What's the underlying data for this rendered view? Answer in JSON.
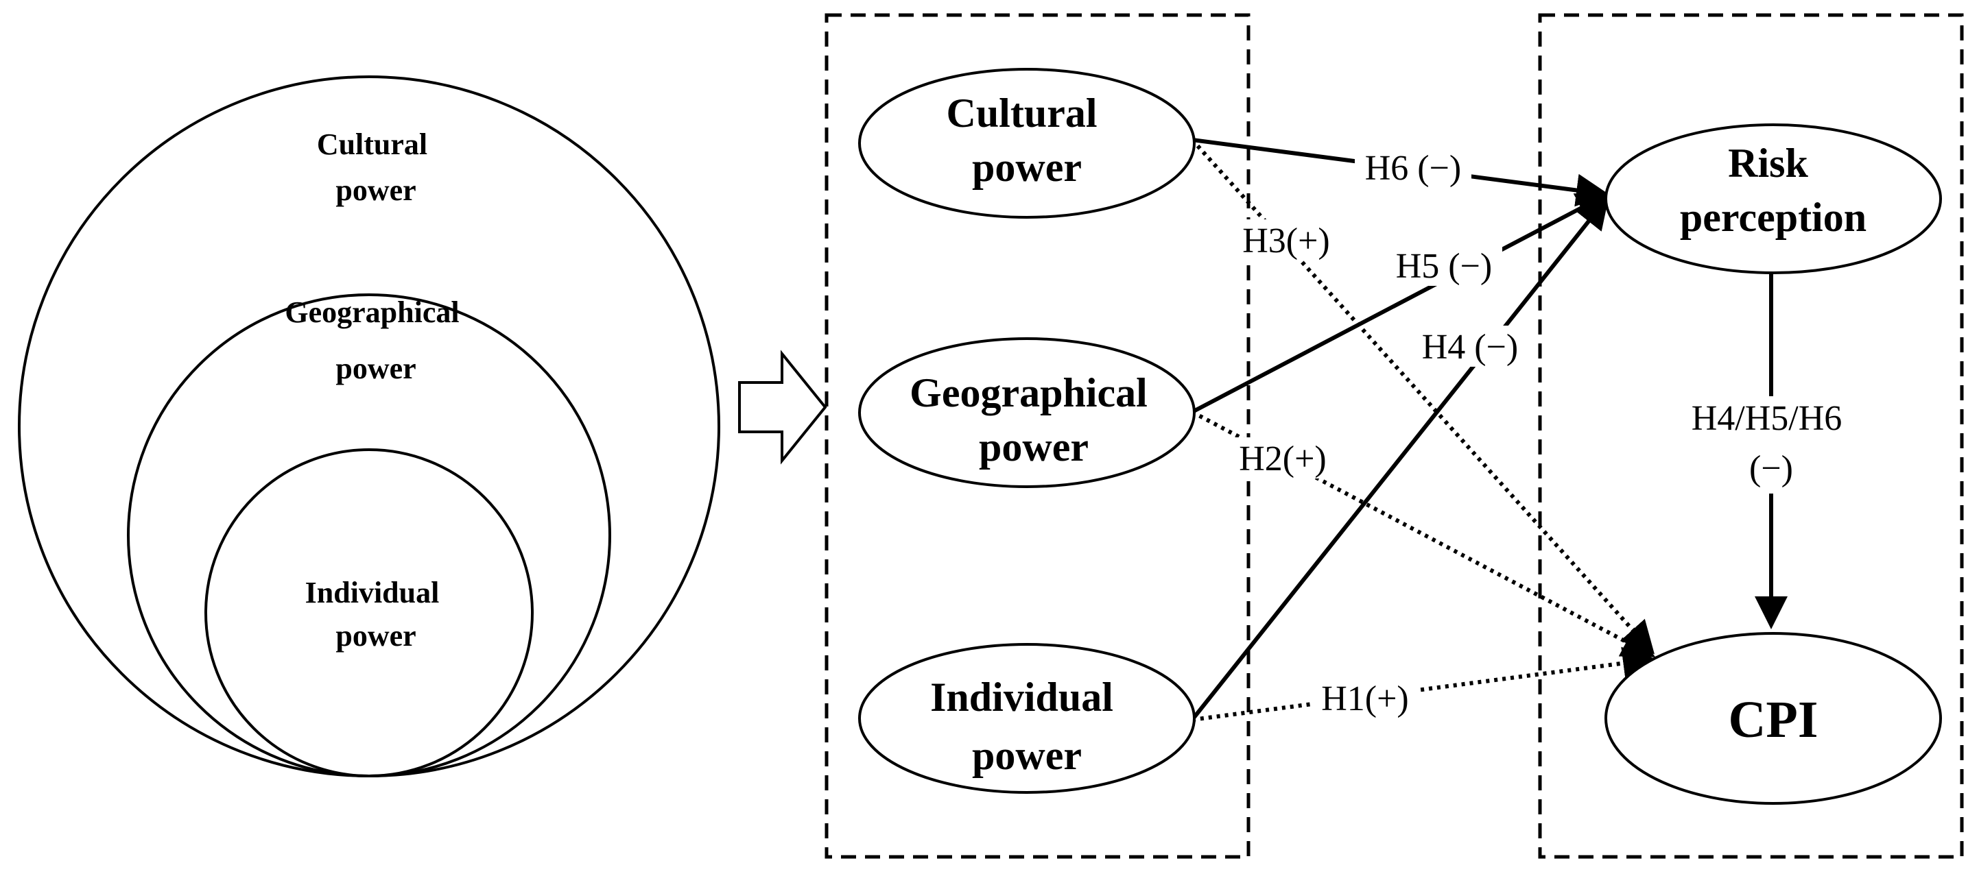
{
  "nested_circles": {
    "outer_label": [
      "Cultural",
      "power"
    ],
    "middle_label": [
      "Geographical",
      "power"
    ],
    "inner_label": [
      "Individual",
      "power"
    ]
  },
  "constructs": {
    "cultural": [
      "Cultural",
      "power"
    ],
    "geographical": [
      "Geographical",
      "power"
    ],
    "individual": [
      "Individual",
      "power"
    ]
  },
  "outcomes": {
    "risk": [
      "Risk",
      "perception"
    ],
    "cpi": "CPI"
  },
  "hypotheses": {
    "h1": "H1(+)",
    "h2": "H2(+)",
    "h3": "H3(+)",
    "h4": "H4 (−)",
    "h5": "H5 (−)",
    "h6": "H6 (−)",
    "mediation": [
      "H4/H5/H6",
      "(−)"
    ]
  }
}
